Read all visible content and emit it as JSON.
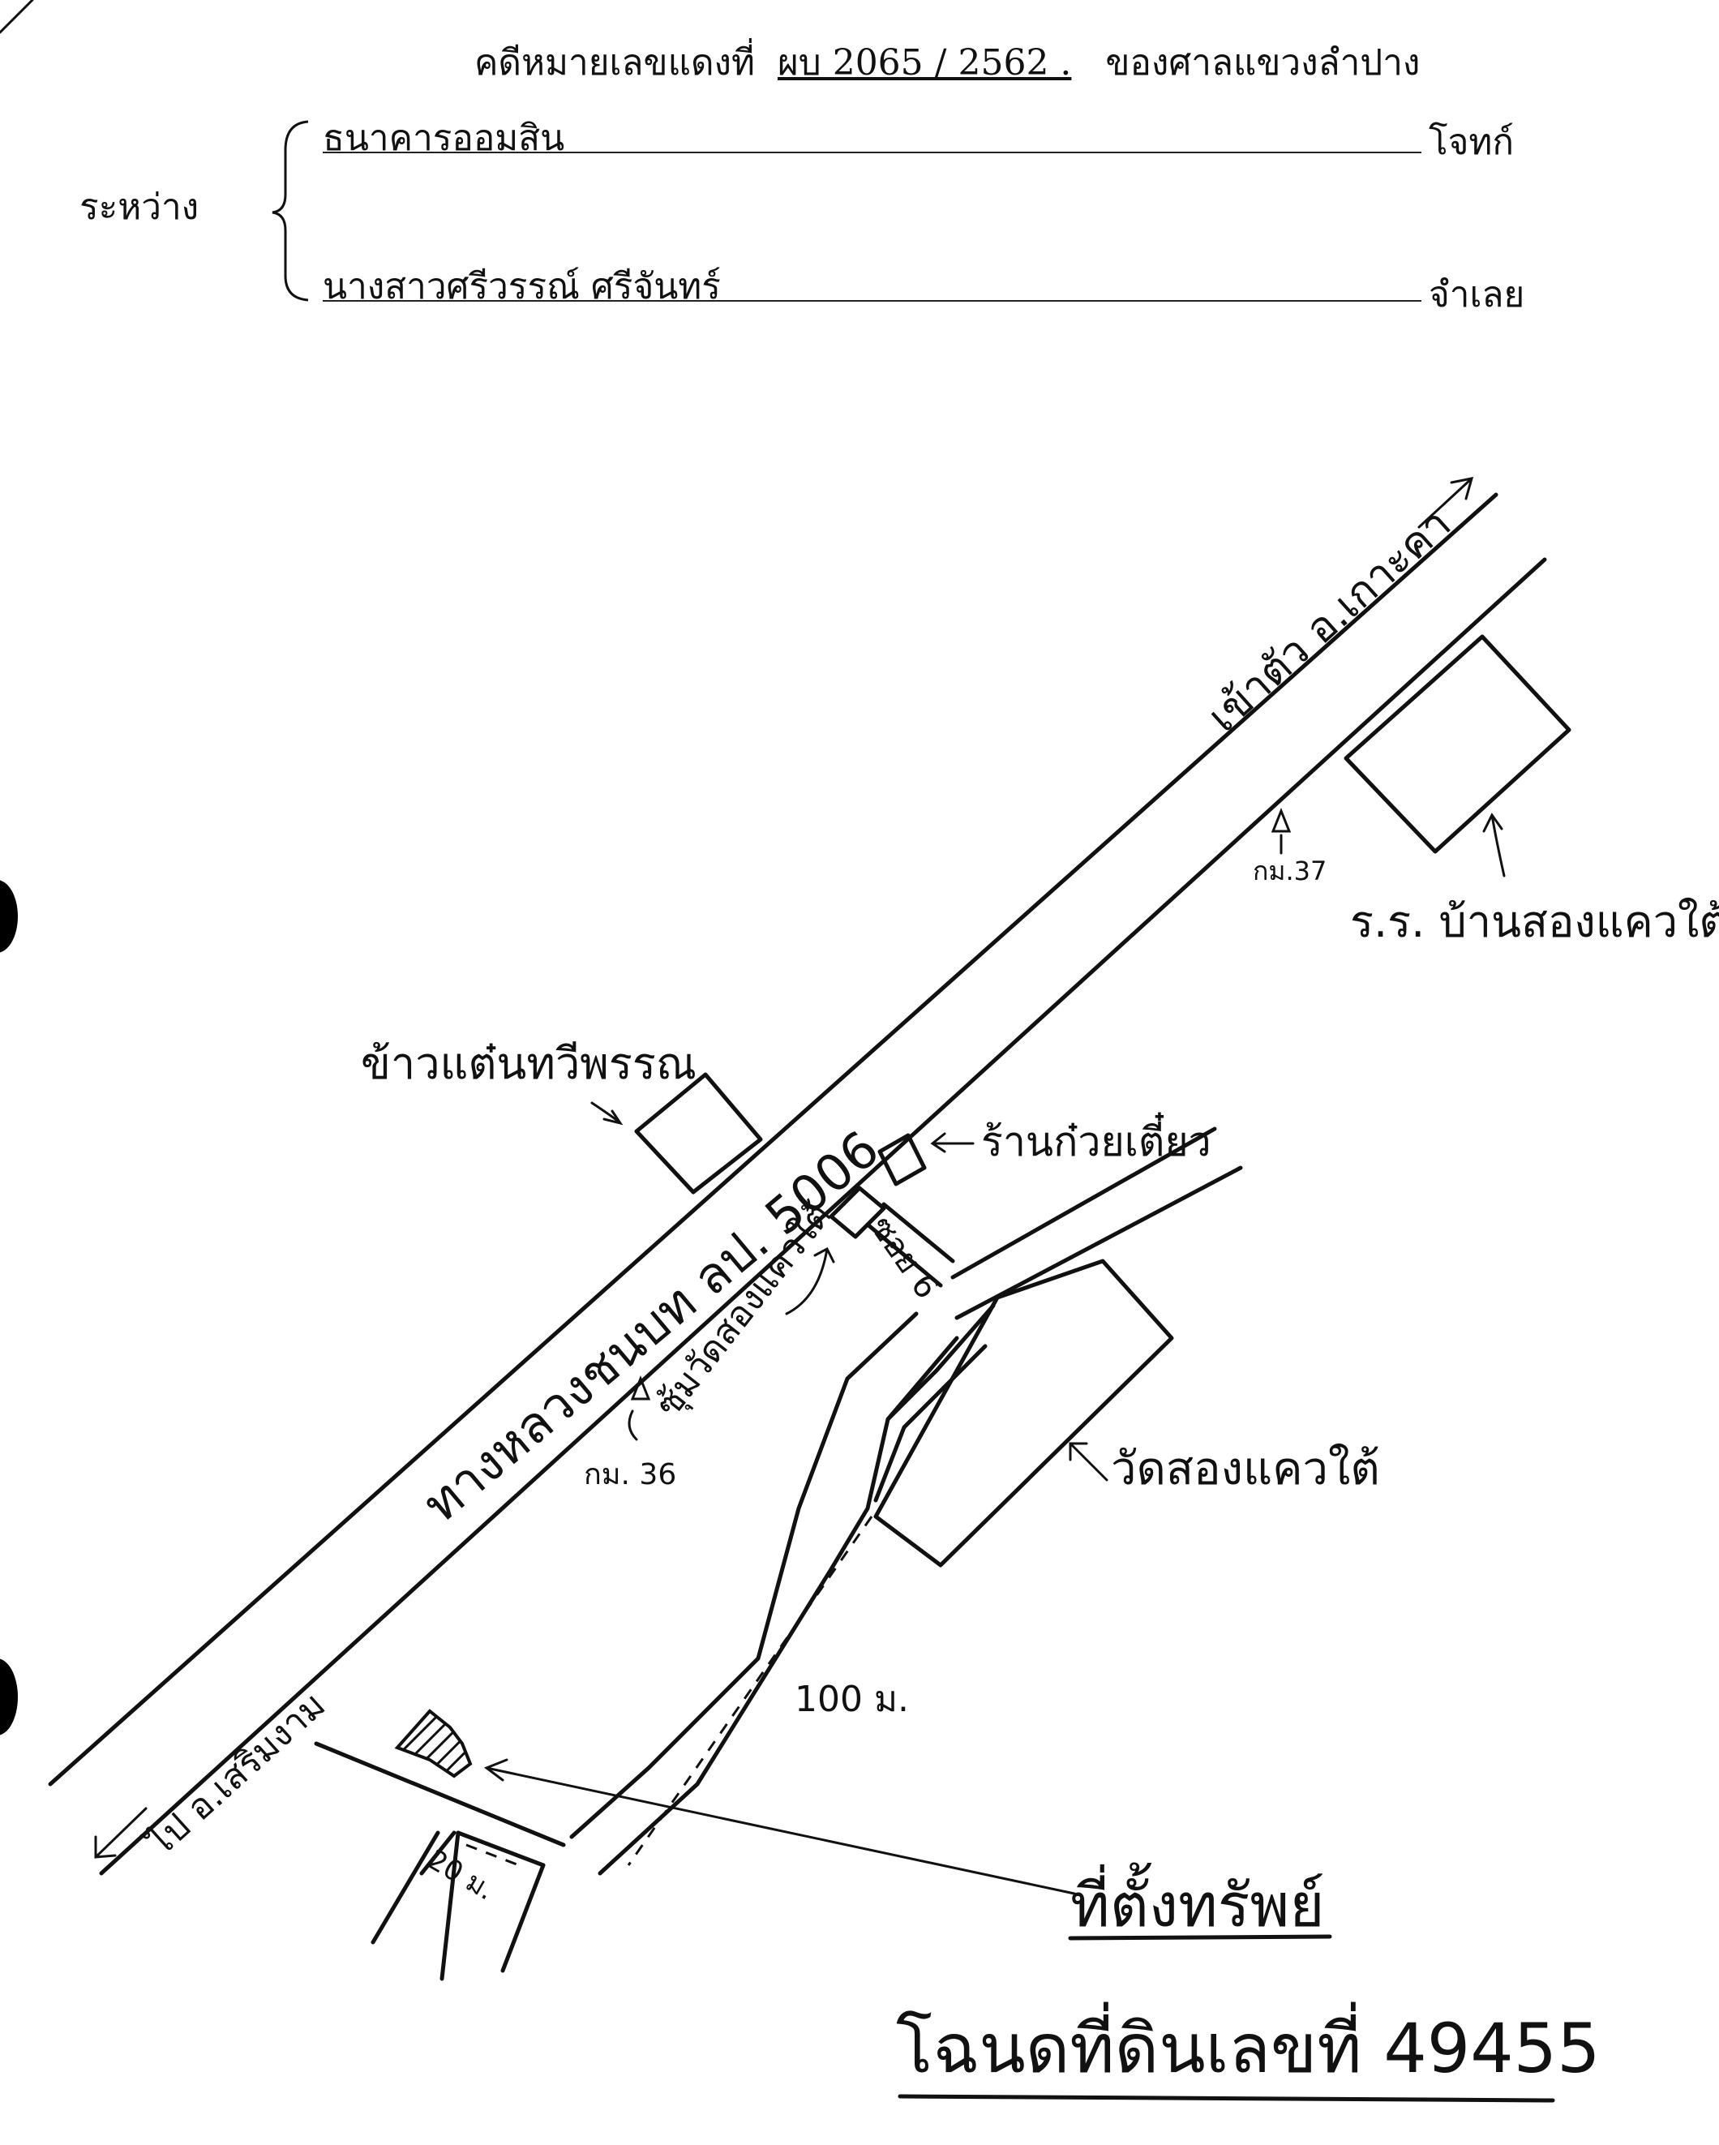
{
  "header": {
    "case_prefix": "คดีหมายเลขแดงที่",
    "case_number": "ผบ 2065 / 2562 .",
    "court": "ของศาลแขวงลำปาง",
    "between_label": "ระหว่าง",
    "plaintiff_name": "ธนาคารออมสิน",
    "plaintiff_role": "โจทก์",
    "defendant_name": "นางสาวศรีวรรณ์ ศรีจันทร์",
    "defendant_role": "จำเลย"
  },
  "map": {
    "to_north_label": "เข้าตัว อ.เกาะคา",
    "to_south_label": "ไป อ.เสริมงาม",
    "highway_label": "ทางหลวงชนบท ลป. 5006",
    "km37_label": "กม.37",
    "km36_label": "กม. 36",
    "school_label": "ร.ร. บ้านสองแควใต้",
    "rice_shop_label": "ข้าวแต๋นทวีพรรณ",
    "noodle_shop_label": "ร้านก๋วยเตี๋ยว",
    "soi_label": "ซอย 6",
    "arch_label": "ซุ้มวัดสองแควใต้",
    "temple_label": "วัดสองแควใต้",
    "distance_100_label": "100 ม.",
    "distance_20_label": "20 ม.",
    "property_label": "ที่ตั้งทรัพย์",
    "deed_label": "โฉนดที่ดินเลขที่ 49455"
  }
}
